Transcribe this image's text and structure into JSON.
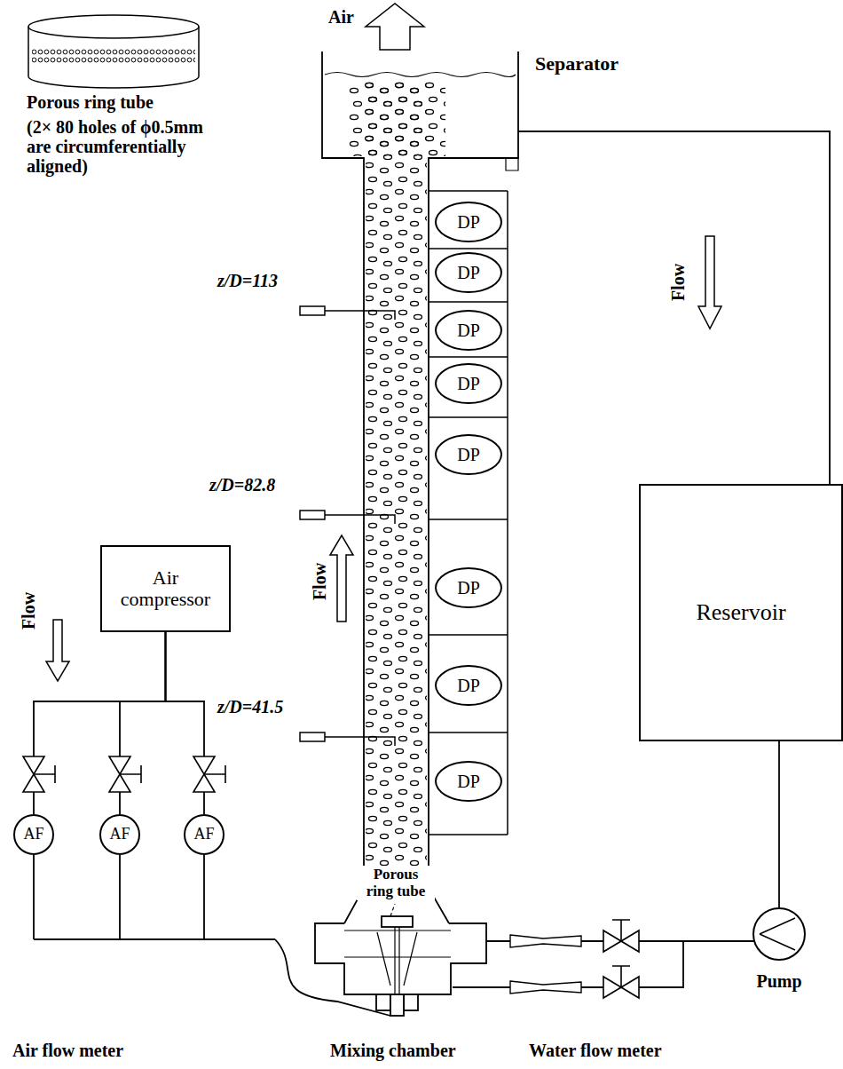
{
  "diagram": {
    "nodes": [
      {
        "text": [
          "Separator"
        ]
      },
      {
        "text": [
          "Reservoir"
        ]
      },
      {
        "text": [
          "Air compressor"
        ]
      },
      {
        "text": [
          "DP"
        ]
      },
      {
        "text": [
          "DP"
        ]
      },
      {
        "text": [
          "DP"
        ]
      },
      {
        "text": [
          "DP"
        ]
      },
      {
        "text": [
          "DP"
        ]
      },
      {
        "text": [
          "DP"
        ]
      },
      {
        "text": [
          "DP"
        ]
      },
      {
        "text": [
          "DP"
        ]
      },
      {
        "text": [
          "AF"
        ]
      },
      {
        "text": [
          "AF"
        ]
      },
      {
        "text": [
          "AF"
        ]
      },
      {
        "text": [
          "Pump"
        ]
      }
    ],
    "edges": [
      {
        "from": 0,
        "to": 1,
        "arrow": "none"
      },
      {
        "from": 1,
        "to": 14,
        "arrow": "none"
      },
      {
        "from": 2,
        "to": 11,
        "arrow": "none"
      },
      {
        "from": 2,
        "to": 12,
        "arrow": "none"
      },
      {
        "from": 2,
        "to": 13,
        "arrow": "none"
      }
    ],
    "labels": [
      "Air",
      "Porous ring tube",
      "(2× 80 holes of ϕ0.5mm are circumferentially aligned)",
      "z/D=113",
      "z/D=82.8",
      "z/D=41.5",
      "Flow",
      "Flow",
      "Flow",
      "Porous ring tube",
      "Air flow meter",
      "Mixing chamber",
      "Water flow meter"
    ]
  }
}
